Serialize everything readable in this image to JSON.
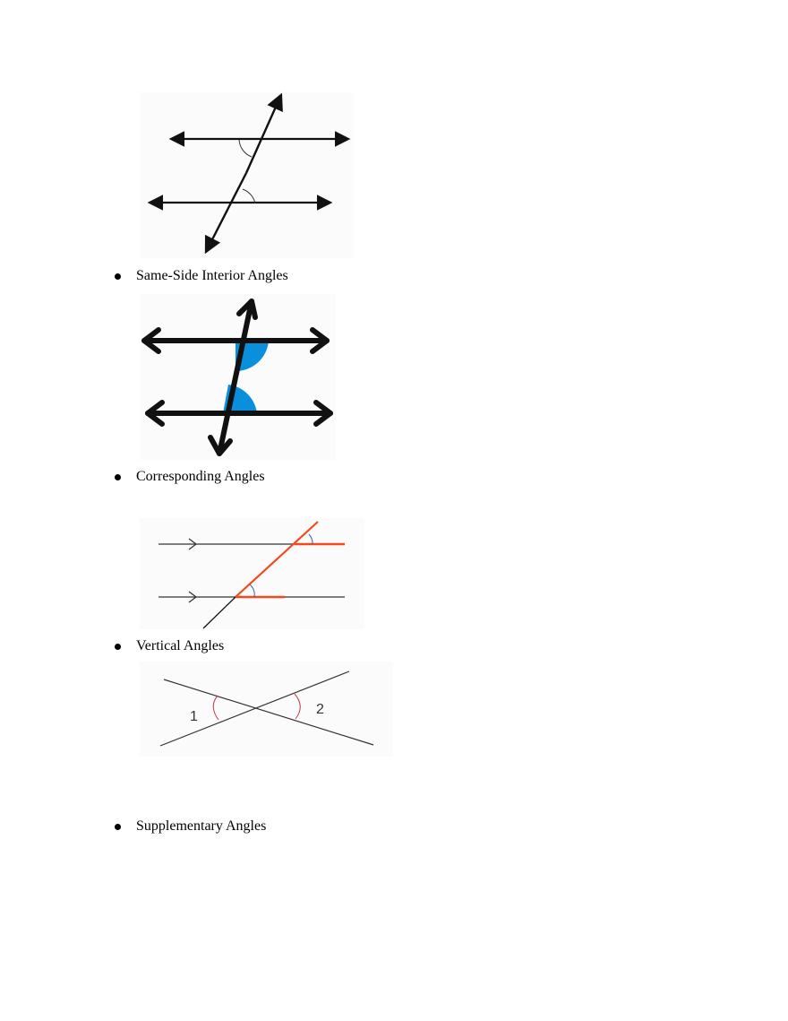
{
  "document": {
    "figures": [
      {
        "name": "alternate-interior-angles-diagram",
        "description": "Two parallel lines cut by a transversal with alternate interior angles marked with arcs"
      },
      {
        "name": "same-side-interior-angles-diagram",
        "description": "Two parallel lines cut by a transversal with same-side interior angles shaded blue",
        "accent_color": "#0a8fdc"
      },
      {
        "name": "corresponding-angles-diagram",
        "description": "Two parallel lines with arrow marks cut by a transversal, corresponding angles highlighted in orange with blue arcs",
        "accent_color": "#f04a1e",
        "arc_color": "#3a5fb0"
      },
      {
        "name": "vertical-angles-diagram",
        "description": "Two intersecting lines with vertical angles labeled 1 and 2",
        "arc_color": "#c0394b",
        "labels": [
          "1",
          "2"
        ]
      }
    ],
    "bullets": [
      {
        "label": "Same-Side Interior Angles"
      },
      {
        "label": "Corresponding Angles"
      },
      {
        "label": "Vertical Angles"
      },
      {
        "label": "Supplementary Angles"
      }
    ]
  }
}
